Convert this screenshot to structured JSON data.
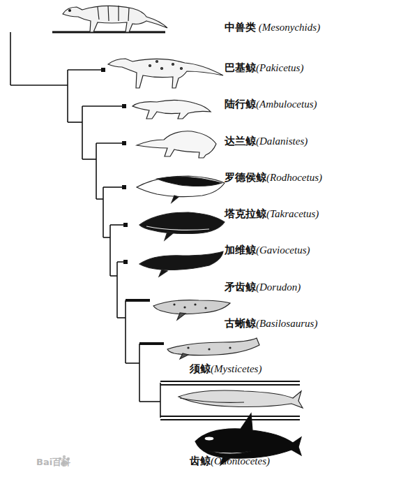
{
  "diagram": {
    "labels": [
      "中兽类 (Mesonychids)",
      "巴基鲸(Pakicetus)",
      "陆行鲸(Ambulocetus)",
      "达兰鲸(Dalanistes)",
      "罗德侯鲸(Rodhocetus)",
      "塔克拉鲸(Takracetus)",
      "加维鲸(Gaviocetus)",
      "矛齿鲸(Dorudon)",
      "古蜥鲸(Basilosaurus)",
      "须鲸(Mysticetes)",
      "齿鲸(Odontocetes)",
      "Bai百科"
    ]
  }
}
